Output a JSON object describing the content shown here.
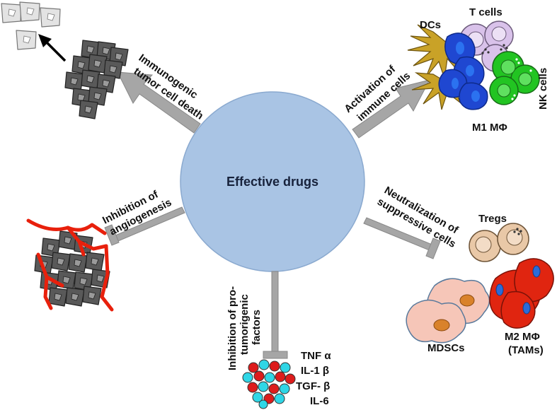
{
  "center": {
    "label": "Effective drugs",
    "fill": "#a9c4e4"
  },
  "effects": {
    "immunogenic": {
      "line1": "Immunogenic",
      "line2": "tumor cell death"
    },
    "activation": {
      "line1": "Activation of",
      "line2": "immune cells"
    },
    "angiogenesis": {
      "line1": "Inhibition of",
      "line2": "angiogenesis"
    },
    "neutralization": {
      "line1": "Neutralization of",
      "line2": "suppressive cells"
    },
    "protumorigenic": {
      "line1": "Inhibition of pro-",
      "line2": "tumorigenic",
      "line3": "factors"
    }
  },
  "immune_cells": {
    "dcs": "DCs",
    "tcells": "T cells",
    "nkcells": "NK cells",
    "m1": "M1 MΦ"
  },
  "suppressive_cells": {
    "tregs": "Tregs",
    "mdscs": "MDSCs",
    "m2": "M2 MΦ",
    "tams": "(TAMs)"
  },
  "factors": [
    "TNF α",
    "IL-1 β",
    "TGF- β",
    "IL-6"
  ],
  "colors": {
    "arrow": "#a6a6a6",
    "tumor_cell": "#595959",
    "dead_cell": "#d9d9d9",
    "vessel": "#e8200c",
    "dc": "#c9a227",
    "m1": "#1f47d1",
    "tcell": "#d9c2ea",
    "nk": "#22c422",
    "treg": "#e9c8a7",
    "mdsc": "#f6c6b8",
    "m2": "#e02510",
    "factor_red": "#dd1c1c",
    "factor_cyan": "#2fd6e6"
  }
}
